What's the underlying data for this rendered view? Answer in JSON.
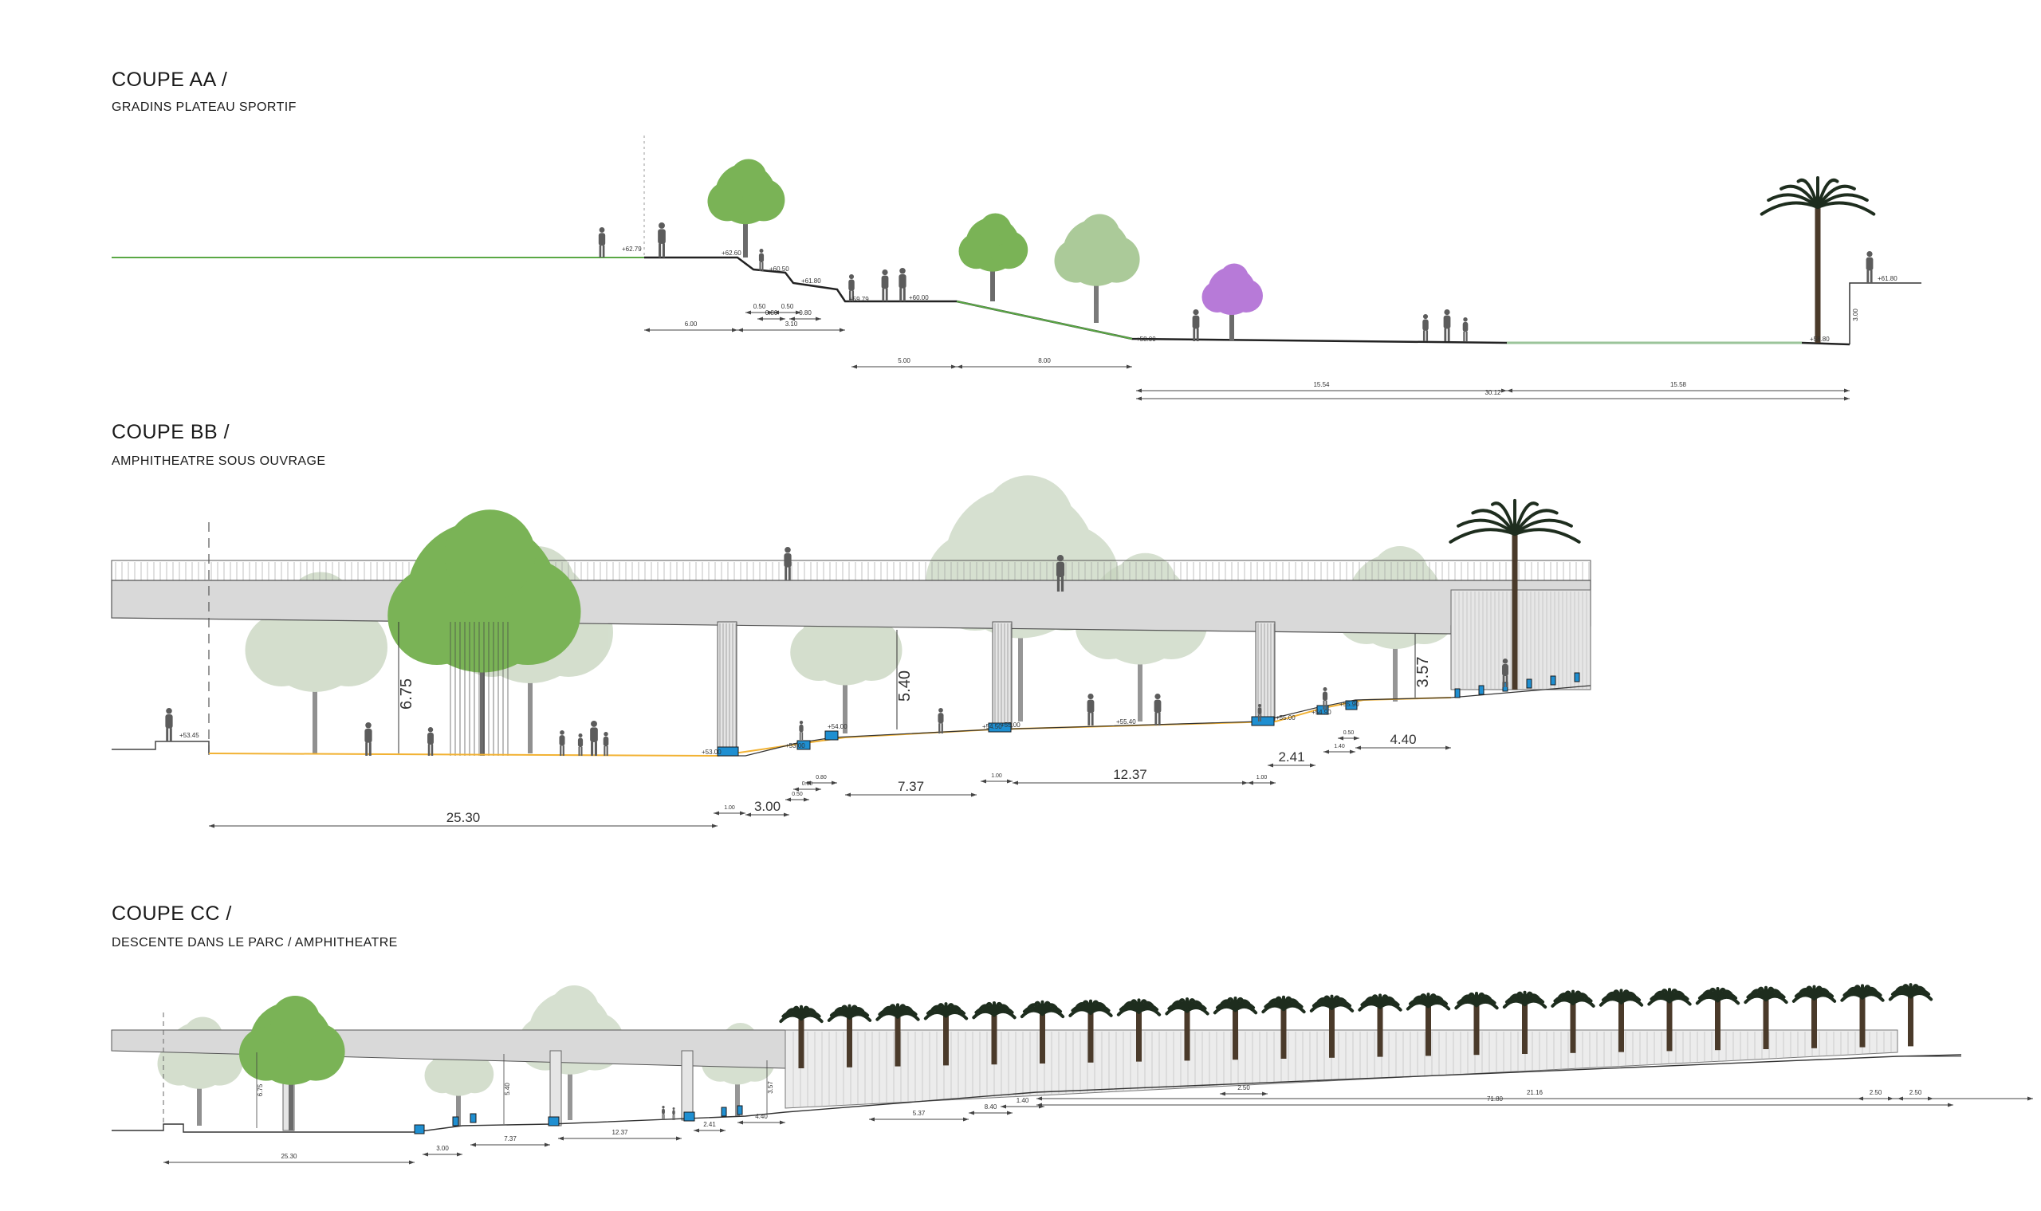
{
  "sections": [
    {
      "title": "COUPE AA /",
      "subtitle": "GRADINS PLATEAU SPORTIF",
      "dimensions_small": [
        "6.00",
        "0.50",
        "0.50",
        "0.80",
        "0.80",
        "3.10",
        "5.00",
        "8.00",
        "15.54",
        "15.58",
        "30.12"
      ],
      "elevations": [
        "+62.79",
        "+62.60",
        "+60.50",
        "+61.80",
        "+59.79",
        "+60.00",
        "+58.00",
        "+58.80",
        "+61.80",
        "3.00"
      ]
    },
    {
      "title": "COUPE BB /",
      "subtitle": "AMPHITHEATRE SOUS OUVRAGE",
      "heights": [
        "6.75",
        "5.40",
        "3.57"
      ],
      "dimensions_large": [
        "25.30",
        "3.00",
        "7.37",
        "12.37",
        "2.41",
        "4.40"
      ],
      "dimensions_small": [
        "1.00",
        "0.80",
        "0.80",
        "0.50",
        "1.00",
        "1.00",
        "0.50",
        "1.40"
      ],
      "elevations": [
        "+53.45",
        "+53.00",
        "+53.00",
        "+54.00",
        "+54.50",
        "+55.00",
        "+55.40",
        "+55.00",
        "+54.90",
        "+55.90"
      ]
    },
    {
      "title": "COUPE CC /",
      "subtitle": "DESCENTE DANS LE PARC / AMPHITHEATRE",
      "heights": [
        "6.75",
        "5.40",
        "3.57"
      ],
      "dimensions_small": [
        "25.30",
        "3.00",
        "7.37",
        "12.37",
        "2.41",
        "4.40",
        "5.37",
        "8.40",
        "1.40",
        "21.16",
        "2.50",
        "71.80",
        "2.50",
        "2.50"
      ]
    }
  ],
  "colors": {
    "ground_line": "#222222",
    "grass_line": "#5aa845",
    "path_line": "#f2b233",
    "bench_blue": "#1f8fd1",
    "structure": "#d9d9d9",
    "tree_green": "#7ab356",
    "pale_tree": "#c6d4bd",
    "palm": "#1e2d1e",
    "jacaranda": "#b77ad8",
    "elevation_red": "#d9402f"
  }
}
